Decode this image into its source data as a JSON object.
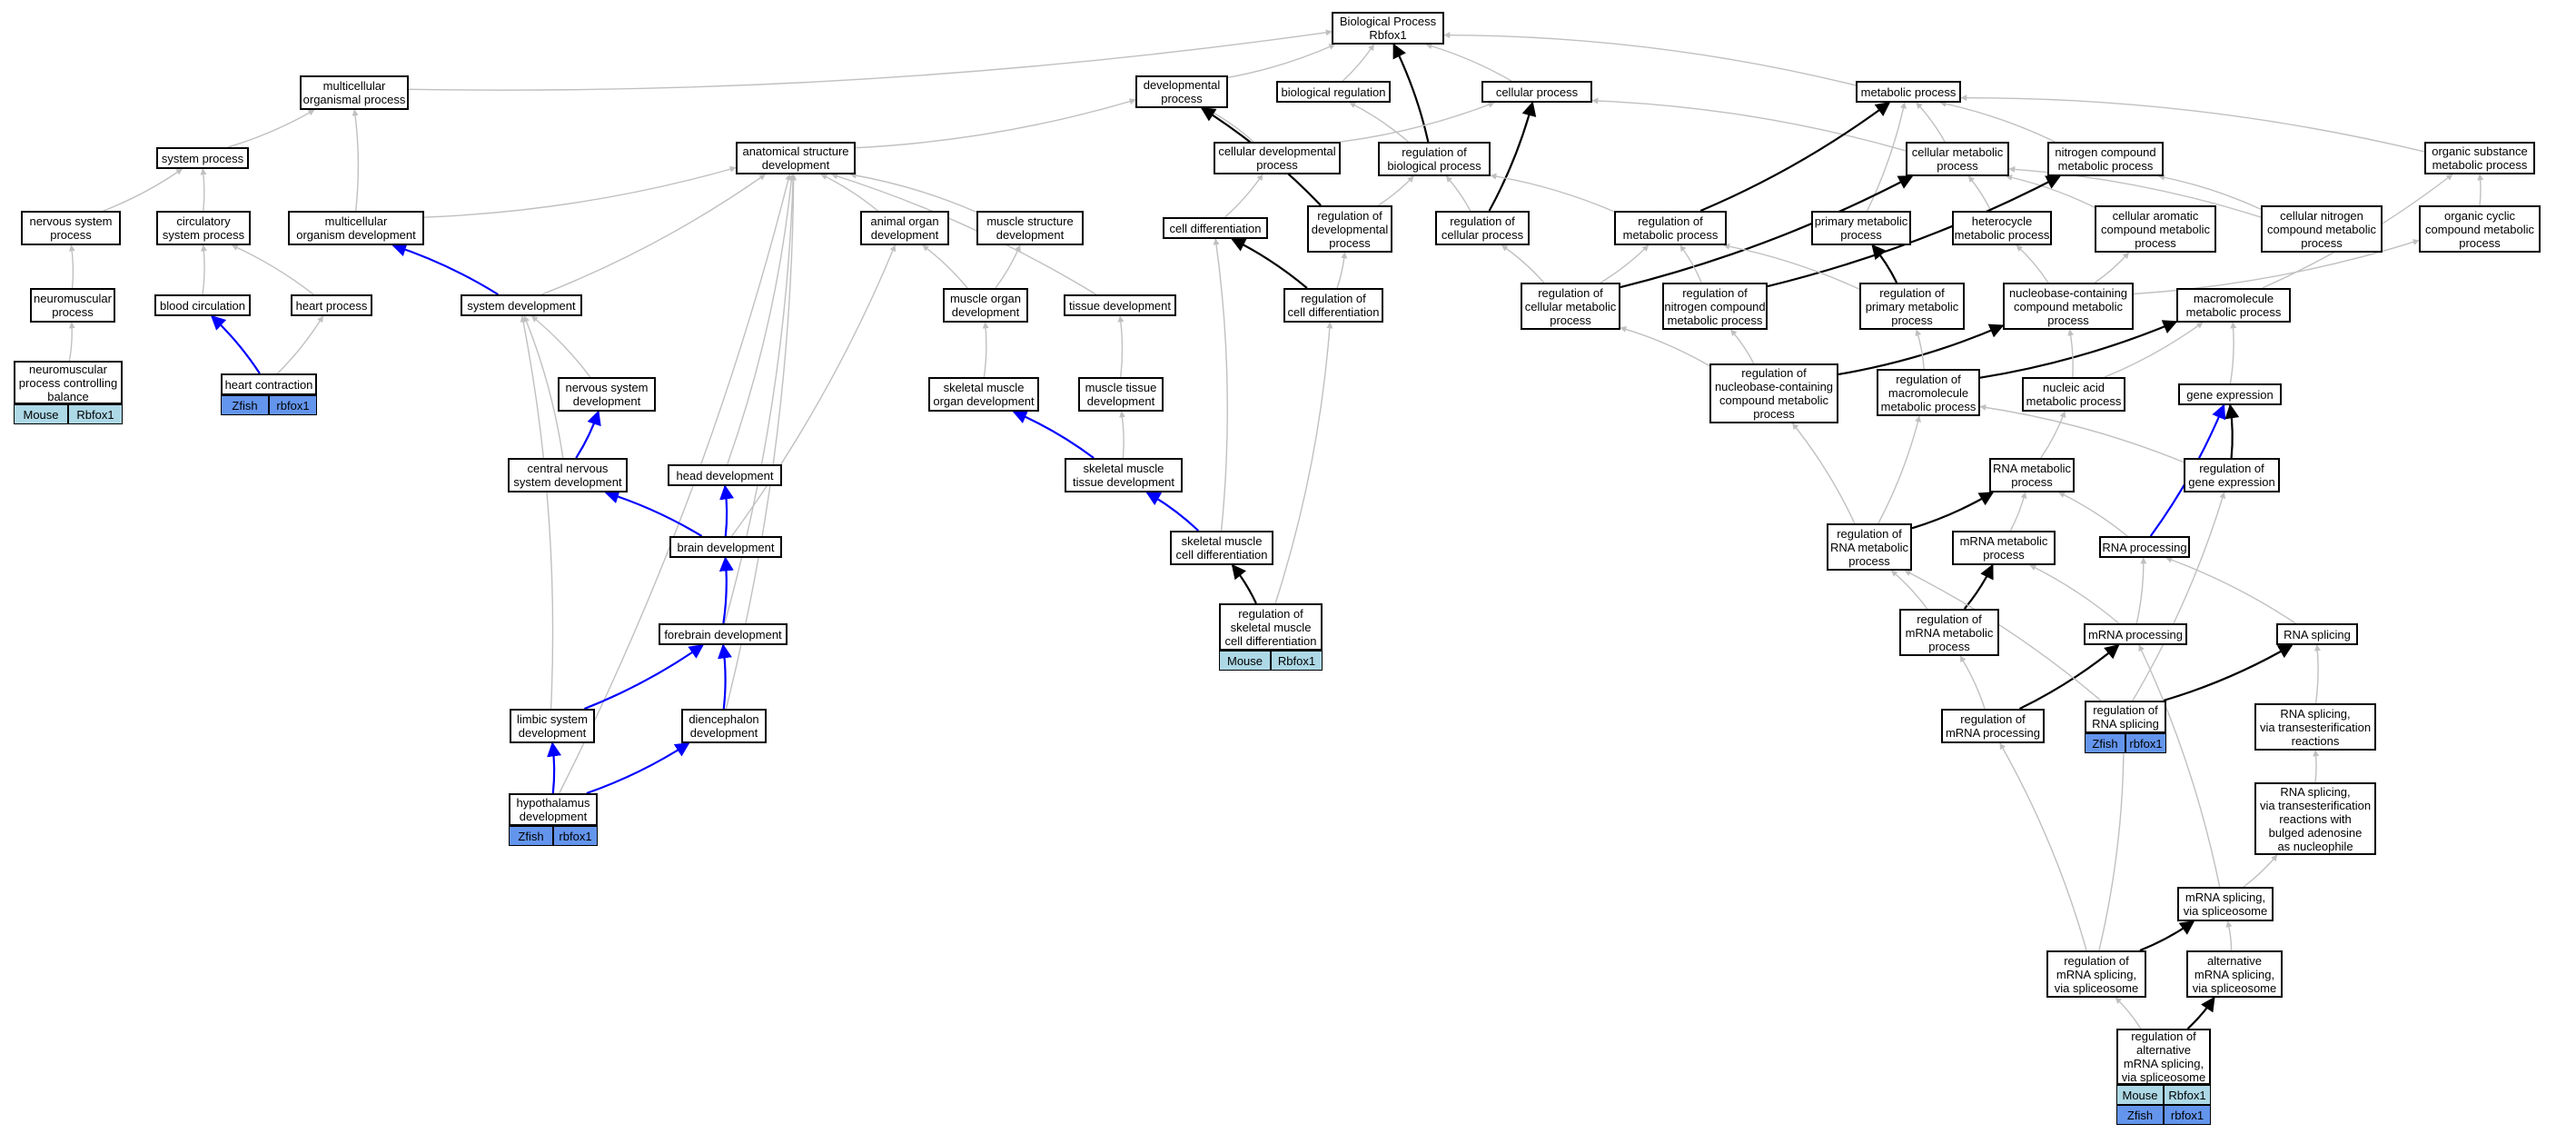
{
  "colors": {
    "edge_default": "#c0c0c0",
    "edge_black": "#000000",
    "edge_blue": "#0000ff",
    "mouse": "#add8e6",
    "zfish": "#6495ed",
    "node_border": "#000000"
  },
  "nodes": [
    {
      "id": "n_bp",
      "label": "Biological Process\nRbfox1"
    },
    {
      "id": "n_mop",
      "label": "multicellular\norganismal process"
    },
    {
      "id": "n_dp",
      "label": "developmental\nprocess"
    },
    {
      "id": "n_breg",
      "label": "biological regulation"
    },
    {
      "id": "n_cp",
      "label": "cellular process"
    },
    {
      "id": "n_metp",
      "label": "metabolic process"
    },
    {
      "id": "n_sysp",
      "label": "system process"
    },
    {
      "id": "n_asd",
      "label": "anatomical structure\ndevelopment"
    },
    {
      "id": "n_cdp",
      "label": "cellular developmental\nprocess"
    },
    {
      "id": "n_rbp",
      "label": "regulation of\nbiological process"
    },
    {
      "id": "n_cmp",
      "label": "cellular metabolic\nprocess"
    },
    {
      "id": "n_ncmp",
      "label": "nitrogen compound\nmetabolic process"
    },
    {
      "id": "n_osmp",
      "label": "organic substance\nmetabolic process"
    },
    {
      "id": "n_nsp",
      "label": "nervous system\nprocess"
    },
    {
      "id": "n_csp",
      "label": "circulatory\nsystem process"
    },
    {
      "id": "n_mod",
      "label": "multicellular\norganism development"
    },
    {
      "id": "n_aod",
      "label": "animal organ\ndevelopment"
    },
    {
      "id": "n_msd",
      "label": "muscle structure\ndevelopment"
    },
    {
      "id": "n_celldiff",
      "label": "cell differentiation"
    },
    {
      "id": "n_rdp",
      "label": "regulation of\ndevelopmental\nprocess"
    },
    {
      "id": "n_rcp",
      "label": "regulation of\ncellular process"
    },
    {
      "id": "n_rmp",
      "label": "regulation of\nmetabolic process"
    },
    {
      "id": "n_pmp",
      "label": "primary metabolic\nprocess"
    },
    {
      "id": "n_hmp",
      "label": "heterocycle\nmetabolic process"
    },
    {
      "id": "n_cacmp",
      "label": "cellular aromatic\ncompound metabolic\nprocess"
    },
    {
      "id": "n_cncmp",
      "label": "cellular nitrogen\ncompound metabolic\nprocess"
    },
    {
      "id": "n_occmp",
      "label": "organic cyclic\ncompound metabolic\nprocess"
    },
    {
      "id": "n_nmp",
      "label": "neuromuscular\nprocess"
    },
    {
      "id": "n_bc",
      "label": "blood circulation"
    },
    {
      "id": "n_hp",
      "label": "heart process"
    },
    {
      "id": "n_sd",
      "label": "system development"
    },
    {
      "id": "n_mod2",
      "label": "muscle organ\ndevelopment"
    },
    {
      "id": "n_td",
      "label": "tissue development"
    },
    {
      "id": "n_rcd",
      "label": "regulation of\ncell differentiation"
    },
    {
      "id": "n_rcmp",
      "label": "regulation of\ncellular metabolic\nprocess"
    },
    {
      "id": "n_rncmp",
      "label": "regulation of\nnitrogen compound\nmetabolic process"
    },
    {
      "id": "n_rpmp",
      "label": "regulation of\nprimary metabolic\nprocess"
    },
    {
      "id": "n_nbcmp",
      "label": "nucleobase-containing\ncompound metabolic\nprocess"
    },
    {
      "id": "n_mmp",
      "label": "macromolecule\nmetabolic process"
    },
    {
      "id": "n_npcb",
      "label": "neuromuscular\nprocess controlling\nbalance",
      "tags": [
        {
          "org": "mouse",
          "text": "Mouse"
        },
        {
          "org": "mouse",
          "text": "Rbfox1"
        }
      ]
    },
    {
      "id": "n_hc",
      "label": "heart contraction",
      "tags": [
        {
          "org": "zfish",
          "text": "Zfish"
        },
        {
          "org": "zfish",
          "text": "rbfox1"
        }
      ]
    },
    {
      "id": "n_nsd",
      "label": "nervous system\ndevelopment"
    },
    {
      "id": "n_smod",
      "label": "skeletal muscle\norgan development"
    },
    {
      "id": "n_mtd",
      "label": "muscle tissue\ndevelopment"
    },
    {
      "id": "n_rnbc",
      "label": "regulation of\nnucleobase-containing\ncompound metabolic\nprocess"
    },
    {
      "id": "n_rmmp",
      "label": "regulation of\nmacromolecule\nmetabolic process"
    },
    {
      "id": "n_nacmp",
      "label": "nucleic acid\nmetabolic process"
    },
    {
      "id": "n_ge",
      "label": "gene expression"
    },
    {
      "id": "n_cnsd",
      "label": "central nervous\nsystem development"
    },
    {
      "id": "n_hd",
      "label": "head development"
    },
    {
      "id": "n_smtd",
      "label": "skeletal muscle\ntissue development"
    },
    {
      "id": "n_rnamp",
      "label": "RNA metabolic\nprocess"
    },
    {
      "id": "n_rge",
      "label": "regulation of\ngene expression"
    },
    {
      "id": "n_brd",
      "label": "brain development"
    },
    {
      "id": "n_smcd",
      "label": "skeletal muscle\ncell differentiation"
    },
    {
      "id": "n_rrnamp",
      "label": "regulation of\nRNA metabolic\nprocess"
    },
    {
      "id": "n_mrnamp",
      "label": "mRNA metabolic\nprocess"
    },
    {
      "id": "n_rnap",
      "label": "RNA processing"
    },
    {
      "id": "n_rsmcd",
      "label": "regulation of\nskeletal muscle\ncell differentiation",
      "tags": [
        {
          "org": "mouse",
          "text": "Mouse"
        },
        {
          "org": "mouse",
          "text": "Rbfox1"
        }
      ]
    },
    {
      "id": "n_rmrnamp",
      "label": "regulation of\nmRNA metabolic\nprocess"
    },
    {
      "id": "n_fbd",
      "label": "forebrain development"
    },
    {
      "id": "n_mrnap",
      "label": "mRNA processing"
    },
    {
      "id": "n_rnas",
      "label": "RNA splicing"
    },
    {
      "id": "n_lsd",
      "label": "limbic system\ndevelopment"
    },
    {
      "id": "n_dd",
      "label": "diencephalon\ndevelopment"
    },
    {
      "id": "n_rmrnaproc",
      "label": "regulation of\nmRNA processing"
    },
    {
      "id": "n_rrnas",
      "label": "regulation of\nRNA splicing",
      "tags": [
        {
          "org": "zfish",
          "text": "Zfish"
        },
        {
          "org": "zfish",
          "text": "rbfox1"
        }
      ]
    },
    {
      "id": "n_rnastr",
      "label": "RNA splicing,\nvia transesterification\nreactions"
    },
    {
      "id": "n_hyd",
      "label": "hypothalamus\ndevelopment",
      "tags": [
        {
          "org": "zfish",
          "text": "Zfish"
        },
        {
          "org": "zfish",
          "text": "rbfox1"
        }
      ]
    },
    {
      "id": "n_rnastrb",
      "label": "RNA splicing,\nvia transesterification\nreactions with\nbulged adenosine\nas nucleophile"
    },
    {
      "id": "n_mrnas",
      "label": "mRNA splicing,\nvia spliceosome"
    },
    {
      "id": "n_rmrnas",
      "label": "regulation of\nmRNA splicing,\nvia spliceosome"
    },
    {
      "id": "n_amrnas",
      "label": "alternative\nmRNA splicing,\nvia spliceosome"
    },
    {
      "id": "n_ramrnas",
      "label": "regulation of\nalternative\nmRNA splicing,\nvia spliceosome",
      "tags": [
        {
          "org": "mouse",
          "text": "Mouse"
        },
        {
          "org": "mouse",
          "text": "Rbfox1"
        },
        {
          "org": "zfish",
          "text": "Zfish"
        },
        {
          "org": "zfish",
          "text": "rbfox1"
        }
      ]
    }
  ],
  "edges": [
    {
      "from": "n_mop",
      "to": "n_bp",
      "style": "gray"
    },
    {
      "from": "n_dp",
      "to": "n_bp",
      "style": "gray"
    },
    {
      "from": "n_breg",
      "to": "n_bp",
      "style": "gray"
    },
    {
      "from": "n_cp",
      "to": "n_bp",
      "style": "gray"
    },
    {
      "from": "n_metp",
      "to": "n_bp",
      "style": "gray"
    },
    {
      "from": "n_rbp",
      "to": "n_bp",
      "style": "black"
    },
    {
      "from": "n_sysp",
      "to": "n_mop",
      "style": "gray"
    },
    {
      "from": "n_mod",
      "to": "n_mop",
      "style": "gray"
    },
    {
      "from": "n_asd",
      "to": "n_dp",
      "style": "gray"
    },
    {
      "from": "n_cdp",
      "to": "n_dp",
      "style": "gray"
    },
    {
      "from": "n_rdp",
      "to": "n_dp",
      "style": "black"
    },
    {
      "from": "n_rbp",
      "to": "n_breg",
      "style": "gray"
    },
    {
      "from": "n_cdp",
      "to": "n_cp",
      "style": "gray"
    },
    {
      "from": "n_cmp",
      "to": "n_cp",
      "style": "gray"
    },
    {
      "from": "n_rcp",
      "to": "n_cp",
      "style": "black"
    },
    {
      "from": "n_cmp",
      "to": "n_metp",
      "style": "gray"
    },
    {
      "from": "n_ncmp",
      "to": "n_metp",
      "style": "gray"
    },
    {
      "from": "n_osmp",
      "to": "n_metp",
      "style": "gray"
    },
    {
      "from": "n_pmp",
      "to": "n_metp",
      "style": "gray"
    },
    {
      "from": "n_rmp",
      "to": "n_metp",
      "style": "black"
    },
    {
      "from": "n_nsp",
      "to": "n_sysp",
      "style": "gray"
    },
    {
      "from": "n_csp",
      "to": "n_sysp",
      "style": "gray"
    },
    {
      "from": "n_mod",
      "to": "n_asd",
      "style": "gray"
    },
    {
      "from": "n_aod",
      "to": "n_asd",
      "style": "gray"
    },
    {
      "from": "n_msd",
      "to": "n_asd",
      "style": "gray"
    },
    {
      "from": "n_sd",
      "to": "n_asd",
      "style": "gray"
    },
    {
      "from": "n_td",
      "to": "n_asd",
      "style": "gray"
    },
    {
      "from": "n_hd",
      "to": "n_asd",
      "style": "gray"
    },
    {
      "from": "n_fbd",
      "to": "n_asd",
      "style": "gray"
    },
    {
      "from": "n_dd",
      "to": "n_asd",
      "style": "gray"
    },
    {
      "from": "n_hyd",
      "to": "n_asd",
      "style": "gray"
    },
    {
      "from": "n_celldiff",
      "to": "n_cdp",
      "style": "gray"
    },
    {
      "from": "n_rdp",
      "to": "n_rbp",
      "style": "gray"
    },
    {
      "from": "n_rcp",
      "to": "n_rbp",
      "style": "gray"
    },
    {
      "from": "n_rmp",
      "to": "n_rbp",
      "style": "gray"
    },
    {
      "from": "n_hmp",
      "to": "n_cmp",
      "style": "gray"
    },
    {
      "from": "n_cacmp",
      "to": "n_cmp",
      "style": "gray"
    },
    {
      "from": "n_cncmp",
      "to": "n_cmp",
      "style": "gray"
    },
    {
      "from": "n_rcmp",
      "to": "n_cmp",
      "style": "black"
    },
    {
      "from": "n_cncmp",
      "to": "n_ncmp",
      "style": "gray"
    },
    {
      "from": "n_rncmp",
      "to": "n_ncmp",
      "style": "black"
    },
    {
      "from": "n_occmp",
      "to": "n_osmp",
      "style": "gray"
    },
    {
      "from": "n_mmp",
      "to": "n_osmp",
      "style": "gray"
    },
    {
      "from": "n_nmp",
      "to": "n_nsp",
      "style": "gray"
    },
    {
      "from": "n_bc",
      "to": "n_csp",
      "style": "gray"
    },
    {
      "from": "n_hp",
      "to": "n_csp",
      "style": "gray"
    },
    {
      "from": "n_sd",
      "to": "n_mod",
      "style": "blue"
    },
    {
      "from": "n_mod2",
      "to": "n_aod",
      "style": "gray"
    },
    {
      "from": "n_mod2",
      "to": "n_msd",
      "style": "gray"
    },
    {
      "from": "n_rcd",
      "to": "n_rdp",
      "style": "gray"
    },
    {
      "from": "n_rcd",
      "to": "n_celldiff",
      "style": "black"
    },
    {
      "from": "n_rcmp",
      "to": "n_rcp",
      "style": "gray"
    },
    {
      "from": "n_rcmp",
      "to": "n_rmp",
      "style": "gray"
    },
    {
      "from": "n_rncmp",
      "to": "n_rmp",
      "style": "gray"
    },
    {
      "from": "n_rpmp",
      "to": "n_rmp",
      "style": "gray"
    },
    {
      "from": "n_rpmp",
      "to": "n_pmp",
      "style": "black"
    },
    {
      "from": "n_nbcmp",
      "to": "n_hmp",
      "style": "gray"
    },
    {
      "from": "n_nbcmp",
      "to": "n_cacmp",
      "style": "gray"
    },
    {
      "from": "n_nbcmp",
      "to": "n_occmp",
      "style": "gray"
    },
    {
      "from": "n_npcb",
      "to": "n_nmp",
      "style": "gray"
    },
    {
      "from": "n_hc",
      "to": "n_bc",
      "style": "blue"
    },
    {
      "from": "n_hc",
      "to": "n_hp",
      "style": "gray"
    },
    {
      "from": "n_nsd",
      "to": "n_sd",
      "style": "gray"
    },
    {
      "from": "n_smod",
      "to": "n_mod2",
      "style": "gray"
    },
    {
      "from": "n_mtd",
      "to": "n_td",
      "style": "gray"
    },
    {
      "from": "n_rnbc",
      "to": "n_rcmp",
      "style": "gray"
    },
    {
      "from": "n_rnbc",
      "to": "n_rncmp",
      "style": "gray"
    },
    {
      "from": "n_rnbc",
      "to": "n_nbcmp",
      "style": "black"
    },
    {
      "from": "n_rmmp",
      "to": "n_rpmp",
      "style": "gray"
    },
    {
      "from": "n_rmmp",
      "to": "n_mmp",
      "style": "black"
    },
    {
      "from": "n_nacmp",
      "to": "n_nbcmp",
      "style": "gray"
    },
    {
      "from": "n_nacmp",
      "to": "n_mmp",
      "style": "gray"
    },
    {
      "from": "n_ge",
      "to": "n_mmp",
      "style": "gray"
    },
    {
      "from": "n_cnsd",
      "to": "n_nsd",
      "style": "blue"
    },
    {
      "from": "n_cnsd",
      "to": "n_sd",
      "style": "gray"
    },
    {
      "from": "n_smtd",
      "to": "n_smod",
      "style": "blue"
    },
    {
      "from": "n_smtd",
      "to": "n_mtd",
      "style": "gray"
    },
    {
      "from": "n_rnamp",
      "to": "n_nacmp",
      "style": "gray"
    },
    {
      "from": "n_rge",
      "to": "n_ge",
      "style": "black"
    },
    {
      "from": "n_rge",
      "to": "n_rmmp",
      "style": "gray"
    },
    {
      "from": "n_brd",
      "to": "n_cnsd",
      "style": "blue"
    },
    {
      "from": "n_brd",
      "to": "n_hd",
      "style": "blue"
    },
    {
      "from": "n_brd",
      "to": "n_aod",
      "style": "gray"
    },
    {
      "from": "n_smcd",
      "to": "n_smtd",
      "style": "blue"
    },
    {
      "from": "n_smcd",
      "to": "n_celldiff",
      "style": "gray"
    },
    {
      "from": "n_rrnamp",
      "to": "n_rnamp",
      "style": "black"
    },
    {
      "from": "n_rrnamp",
      "to": "n_rnbc",
      "style": "gray"
    },
    {
      "from": "n_rrnamp",
      "to": "n_rmmp",
      "style": "gray"
    },
    {
      "from": "n_mrnamp",
      "to": "n_rnamp",
      "style": "gray"
    },
    {
      "from": "n_rnap",
      "to": "n_rnamp",
      "style": "gray"
    },
    {
      "from": "n_rnap",
      "to": "n_ge",
      "style": "blue"
    },
    {
      "from": "n_rsmcd",
      "to": "n_smcd",
      "style": "black"
    },
    {
      "from": "n_rsmcd",
      "to": "n_rcd",
      "style": "gray"
    },
    {
      "from": "n_rmrnamp",
      "to": "n_mrnamp",
      "style": "black"
    },
    {
      "from": "n_rmrnamp",
      "to": "n_rrnamp",
      "style": "gray"
    },
    {
      "from": "n_fbd",
      "to": "n_brd",
      "style": "blue"
    },
    {
      "from": "n_mrnap",
      "to": "n_mrnamp",
      "style": "gray"
    },
    {
      "from": "n_mrnap",
      "to": "n_rnap",
      "style": "gray"
    },
    {
      "from": "n_rnas",
      "to": "n_rnap",
      "style": "gray"
    },
    {
      "from": "n_lsd",
      "to": "n_fbd",
      "style": "blue"
    },
    {
      "from": "n_lsd",
      "to": "n_sd",
      "style": "gray"
    },
    {
      "from": "n_dd",
      "to": "n_fbd",
      "style": "blue"
    },
    {
      "from": "n_rmrnaproc",
      "to": "n_mrnap",
      "style": "black"
    },
    {
      "from": "n_rmrnaproc",
      "to": "n_rmrnamp",
      "style": "gray"
    },
    {
      "from": "n_rrnas",
      "to": "n_rnas",
      "style": "black"
    },
    {
      "from": "n_rrnas",
      "to": "n_rge",
      "style": "gray"
    },
    {
      "from": "n_rrnas",
      "to": "n_rrnamp",
      "style": "gray"
    },
    {
      "from": "n_rnastr",
      "to": "n_rnas",
      "style": "gray"
    },
    {
      "from": "n_hyd",
      "to": "n_lsd",
      "style": "blue"
    },
    {
      "from": "n_hyd",
      "to": "n_dd",
      "style": "blue"
    },
    {
      "from": "n_rnastrb",
      "to": "n_rnastr",
      "style": "gray"
    },
    {
      "from": "n_mrnas",
      "to": "n_rnastrb",
      "style": "gray"
    },
    {
      "from": "n_mrnas",
      "to": "n_mrnap",
      "style": "gray"
    },
    {
      "from": "n_rmrnas",
      "to": "n_mrnas",
      "style": "black"
    },
    {
      "from": "n_rmrnas",
      "to": "n_rmrnaproc",
      "style": "gray"
    },
    {
      "from": "n_rmrnas",
      "to": "n_rrnas",
      "style": "gray"
    },
    {
      "from": "n_amrnas",
      "to": "n_mrnas",
      "style": "gray"
    },
    {
      "from": "n_ramrnas",
      "to": "n_amrnas",
      "style": "black"
    },
    {
      "from": "n_ramrnas",
      "to": "n_rmrnas",
      "style": "gray"
    }
  ]
}
